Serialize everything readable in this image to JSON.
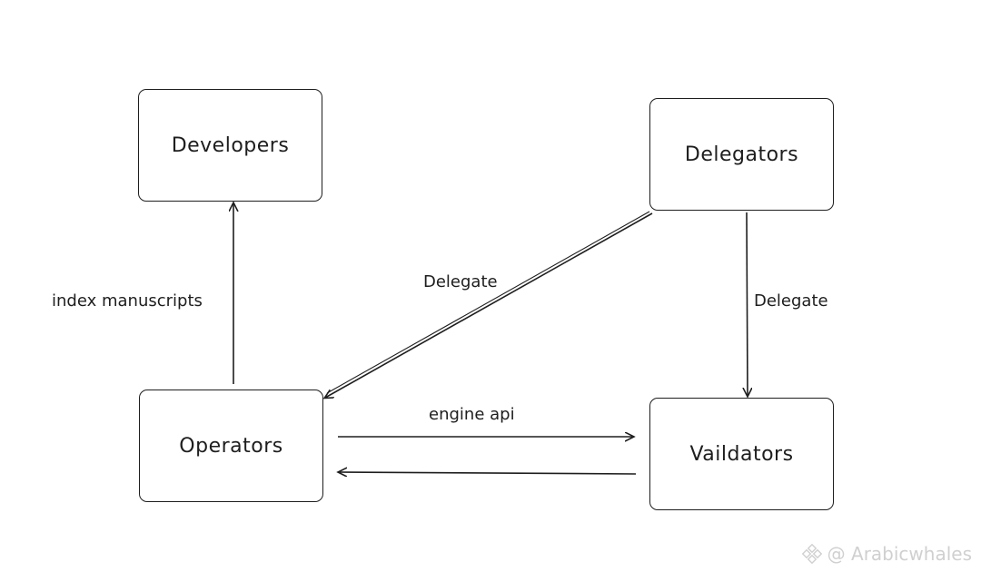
{
  "nodes": {
    "developers": "Developers",
    "delegators": "Delegators",
    "operators": "Operators",
    "validators": "Vaildators"
  },
  "edges": {
    "operators_to_developers": "index manuscripts",
    "delegators_to_operators": "Delegate",
    "delegators_to_validators": "Delegate",
    "operators_to_validators": "engine api"
  },
  "watermark": {
    "text": "@ Arabicwhales"
  },
  "colors": {
    "stroke": "#1e1e1e",
    "background": "#ffffff",
    "watermark": "#d0d0d0"
  }
}
